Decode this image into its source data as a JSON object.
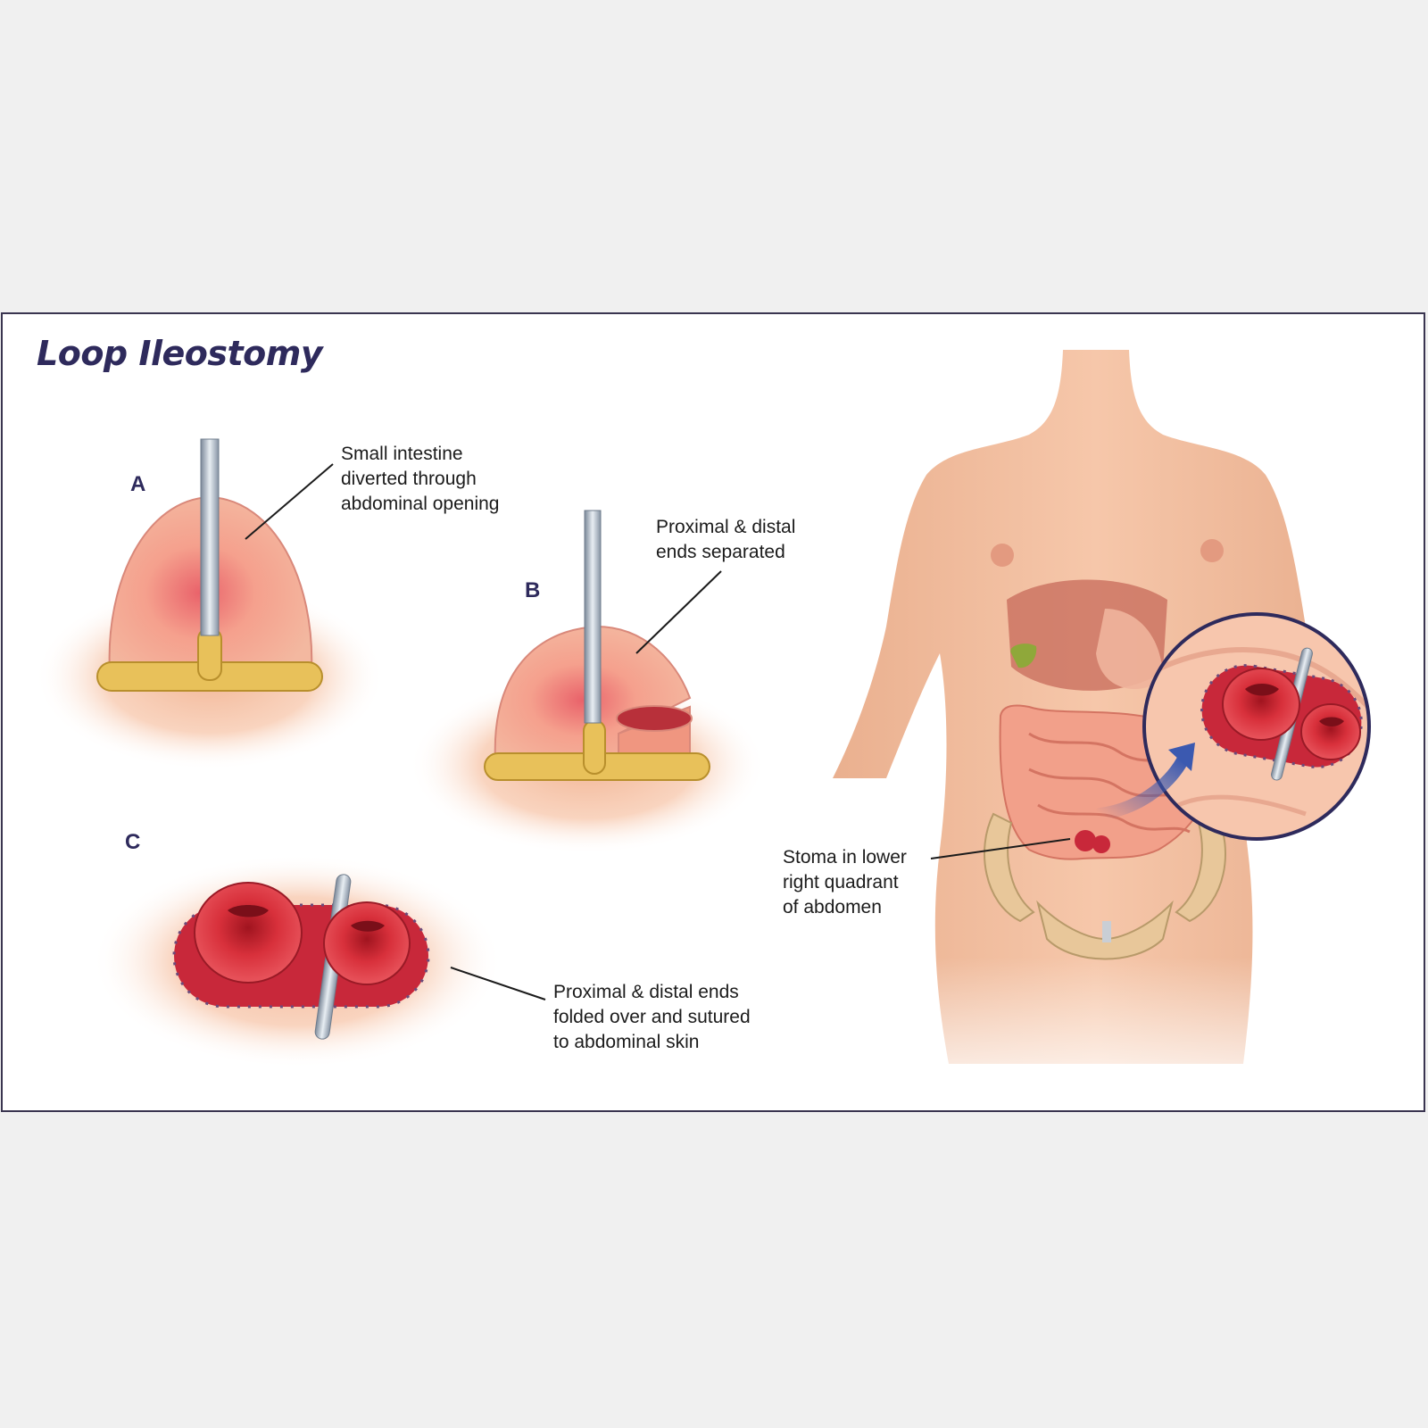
{
  "title": "Loop Ileostomy",
  "panels": {
    "a": {
      "letter": "A",
      "label": "Small intestine\ndiverted through\nabdominal opening"
    },
    "b": {
      "letter": "B",
      "label": "Proximal & distal\nends separated"
    },
    "c": {
      "letter": "C",
      "label": "Proximal & distal ends\nfolded over and sutured\nto abdominal skin"
    }
  },
  "body_label": "Stoma in lower\nright quadrant\nof abdomen",
  "colors": {
    "title": "#2e2a5c",
    "border": "#3a3550",
    "skin": "#f6c1a1",
    "intestine": "#f2a08a",
    "stoma": "#d8303b",
    "fat": "#e8c15a",
    "arrow": "#3b59b0"
  }
}
